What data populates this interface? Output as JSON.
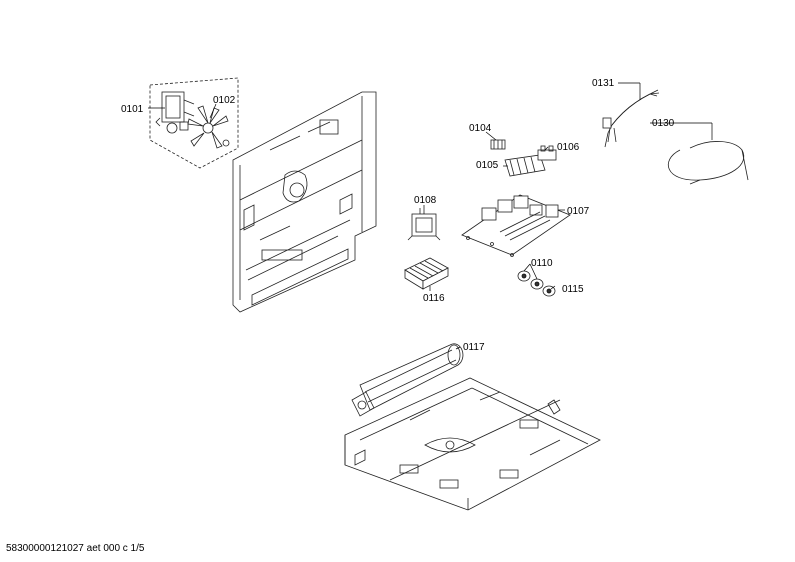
{
  "labels": {
    "p0101": "0101",
    "p0102": "0102",
    "p0104": "0104",
    "p0105": "0105",
    "p0106": "0106",
    "p0107": "0107",
    "p0108": "0108",
    "p0110": "0110",
    "p0115": "0115",
    "p0116": "0116",
    "p0117": "0117",
    "p0130": "0130",
    "p0131": "0131"
  },
  "footer": {
    "doc_id": "58300000121027 aet 000 c 1/5"
  }
}
